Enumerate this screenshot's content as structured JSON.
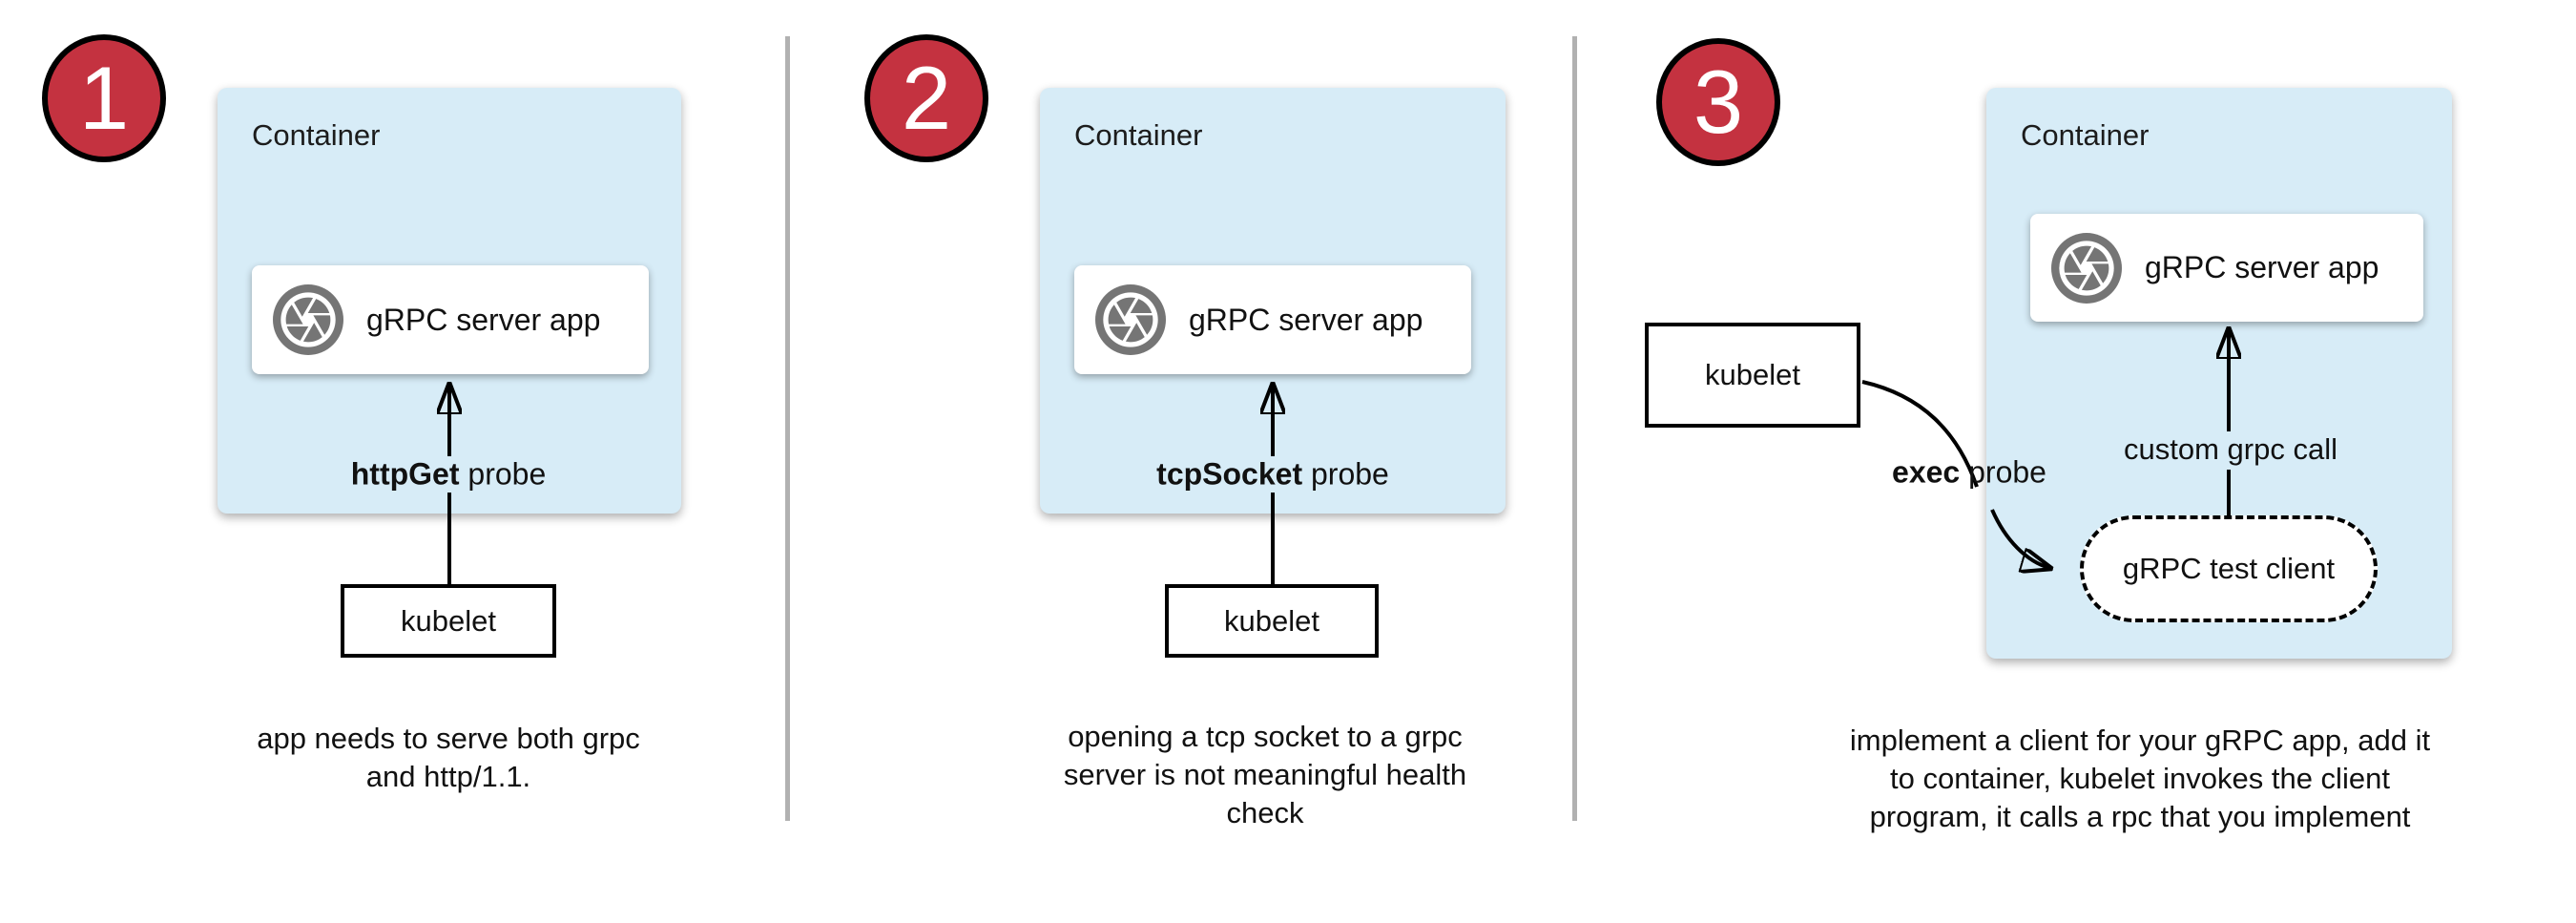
{
  "colors": {
    "container_fill": "#d7ecf7",
    "badge_red": "#c43240",
    "icon_gray": "#757575",
    "divider_gray": "#b1b1b1",
    "text_black": "#111111"
  },
  "panels": [
    {
      "number": "1",
      "container_label": "Container",
      "app_label": "gRPC server app",
      "probe_keyword": "httpGet",
      "probe_rest": " probe",
      "kubelet_label": "kubelet",
      "caption_lines": [
        "app needs to serve both grpc",
        "and http/1.1."
      ]
    },
    {
      "number": "2",
      "container_label": "Container",
      "app_label": "gRPC server app",
      "probe_keyword": "tcpSocket",
      "probe_rest": " probe",
      "kubelet_label": "kubelet",
      "caption_lines": [
        "opening a tcp socket to a grpc",
        "server is not meaningful health",
        "check"
      ]
    },
    {
      "number": "3",
      "container_label": "Container",
      "app_label": "gRPC server app",
      "probe_keyword": "exec",
      "probe_rest": " probe",
      "kubelet_label": "kubelet",
      "grpc_call_label": "custom grpc call",
      "test_client_label": "gRPC test client",
      "caption_lines": [
        "implement a client for your gRPC app, add it",
        "to container, kubelet invokes the client",
        "program, it calls a rpc that you implement"
      ]
    }
  ]
}
